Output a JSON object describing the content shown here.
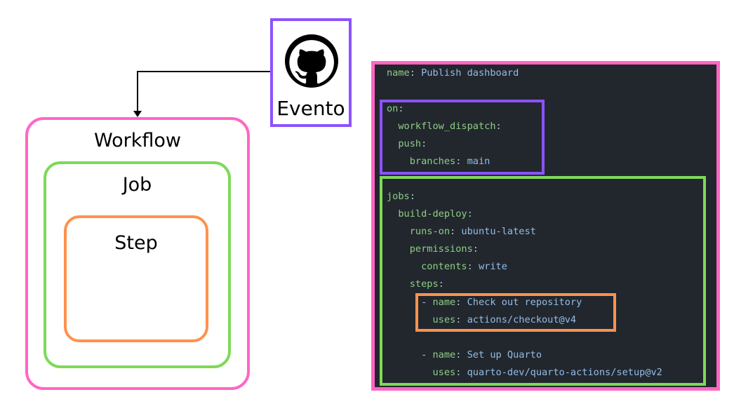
{
  "diagram": {
    "workflow_label": "Workflow",
    "job_label": "Job",
    "step_label": "Step",
    "event_label": "Evento",
    "event_icon": "github-icon",
    "colors": {
      "workflow": "#ff66c4",
      "job": "#7ed957",
      "step": "#ff914d",
      "event": "#8c52ff"
    }
  },
  "code": {
    "lines": [
      {
        "indent": "",
        "key": "name",
        "value": "Publish dashboard"
      },
      {
        "indent": "",
        "key": "on",
        "value": ""
      },
      {
        "indent": "  ",
        "key": "workflow_dispatch",
        "value": ""
      },
      {
        "indent": "  ",
        "key": "push",
        "value": ""
      },
      {
        "indent": "    ",
        "key": "branches",
        "value": "main"
      },
      {
        "indent": "",
        "key": "jobs",
        "value": ""
      },
      {
        "indent": "  ",
        "key": "build-deploy",
        "value": ""
      },
      {
        "indent": "    ",
        "key": "runs-on",
        "value": "ubuntu-latest"
      },
      {
        "indent": "    ",
        "key": "permissions",
        "value": ""
      },
      {
        "indent": "      ",
        "key": "contents",
        "value": "write"
      },
      {
        "indent": "    ",
        "key": "steps",
        "value": ""
      },
      {
        "indent": "      - ",
        "key": "name",
        "value": "Check out repository"
      },
      {
        "indent": "        ",
        "key": "uses",
        "value": "actions/checkout@v4"
      },
      {
        "indent": "      - ",
        "key": "name",
        "value": "Set up Quarto"
      },
      {
        "indent": "        ",
        "key": "uses",
        "value": "quarto-dev/quarto-actions/setup@v2"
      }
    ]
  }
}
